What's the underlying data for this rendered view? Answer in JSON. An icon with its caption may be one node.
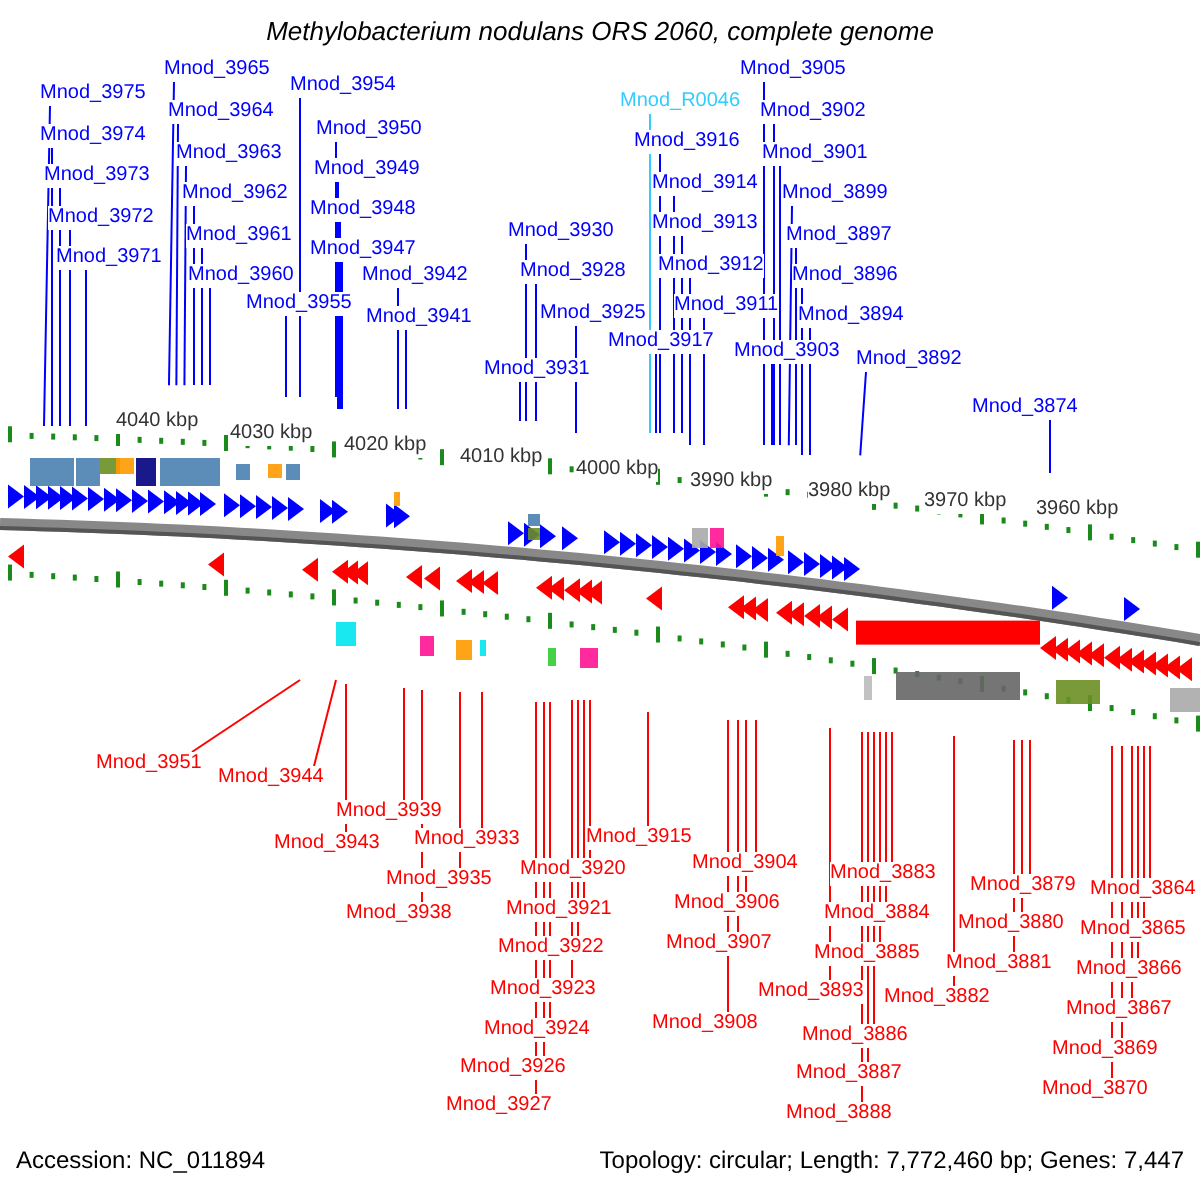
{
  "diagram": {
    "title": "Methylobacterium nodulans ORS 2060, complete genome",
    "nodes": [
      {
        "text": [
          "Mnod_3975"
        ]
      },
      {
        "text": [
          "Mnod_3965"
        ]
      },
      {
        "text": [
          "Mnod_3954"
        ]
      },
      {
        "text": [
          "Mnod_R0046"
        ]
      },
      {
        "text": [
          "Mnod_3905"
        ]
      },
      {
        "text": [
          "Mnod_3974"
        ]
      },
      {
        "text": [
          "Mnod_3964"
        ]
      },
      {
        "text": [
          "Mnod_3950"
        ]
      },
      {
        "text": [
          "Mnod_3916"
        ]
      },
      {
        "text": [
          "Mnod_3902"
        ]
      },
      {
        "text": [
          "Mnod_3963"
        ]
      },
      {
        "text": [
          "Mnod_3973"
        ]
      },
      {
        "text": [
          "Mnod_3949"
        ]
      },
      {
        "text": [
          "Mnod_3914"
        ]
      },
      {
        "text": [
          "Mnod_3901"
        ]
      },
      {
        "text": [
          "Mnod_3962"
        ]
      },
      {
        "text": [
          "Mnod_3972"
        ]
      },
      {
        "text": [
          "Mnod_3948"
        ]
      },
      {
        "text": [
          "Mnod_3913"
        ]
      },
      {
        "text": [
          "Mnod_3899"
        ]
      },
      {
        "text": [
          "Mnod_3930"
        ]
      },
      {
        "text": [
          "Mnod_3961"
        ]
      },
      {
        "text": [
          "Mnod_3971"
        ]
      },
      {
        "text": [
          "Mnod_3947"
        ]
      },
      {
        "text": [
          "Mnod_3912"
        ]
      },
      {
        "text": [
          "Mnod_3897"
        ]
      },
      {
        "text": [
          "Mnod_3928"
        ]
      },
      {
        "text": [
          "Mnod_3960"
        ]
      },
      {
        "text": [
          "Mnod_3942"
        ]
      },
      {
        "text": [
          "Mnod_3955"
        ]
      },
      {
        "text": [
          "Mnod_3896"
        ]
      },
      {
        "text": [
          "Mnod_3911"
        ]
      },
      {
        "text": [
          "Mnod_3925"
        ]
      },
      {
        "text": [
          "Mnod_3894"
        ]
      },
      {
        "text": [
          "Mnod_3941"
        ]
      },
      {
        "text": [
          "Mnod_3917"
        ]
      },
      {
        "text": [
          "Mnod_3903"
        ]
      },
      {
        "text": [
          "Mnod_3931"
        ]
      },
      {
        "text": [
          "Mnod_3892"
        ]
      },
      {
        "text": [
          "Mnod_3874"
        ]
      },
      {
        "text": [
          "Mnod_3951"
        ]
      },
      {
        "text": [
          "Mnod_3944"
        ]
      },
      {
        "text": [
          "Mnod_3939"
        ]
      },
      {
        "text": [
          "Mnod_3915"
        ]
      },
      {
        "text": [
          "Mnod_3933"
        ]
      },
      {
        "text": [
          "Mnod_3943"
        ]
      },
      {
        "text": [
          "Mnod_3904"
        ]
      },
      {
        "text": [
          "Mnod_3920"
        ]
      },
      {
        "text": [
          "Mnod_3883"
        ]
      },
      {
        "text": [
          "Mnod_3935"
        ]
      },
      {
        "text": [
          "Mnod_3879"
        ]
      },
      {
        "text": [
          "Mnod_3864"
        ]
      },
      {
        "text": [
          "Mnod_3906"
        ]
      },
      {
        "text": [
          "Mnod_3921"
        ]
      },
      {
        "text": [
          "Mnod_3938"
        ]
      },
      {
        "text": [
          "Mnod_3884"
        ]
      },
      {
        "text": [
          "Mnod_3880"
        ]
      },
      {
        "text": [
          "Mnod_3865"
        ]
      },
      {
        "text": [
          "Mnod_3907"
        ]
      },
      {
        "text": [
          "Mnod_3922"
        ]
      },
      {
        "text": [
          "Mnod_3885"
        ]
      },
      {
        "text": [
          "Mnod_3881"
        ]
      },
      {
        "text": [
          "Mnod_3866"
        ]
      },
      {
        "text": [
          "Mnod_3923"
        ]
      },
      {
        "text": [
          "Mnod_3893"
        ]
      },
      {
        "text": [
          "Mnod_3882"
        ]
      },
      {
        "text": [
          "Mnod_3867"
        ]
      },
      {
        "text": [
          "Mnod_3908"
        ]
      },
      {
        "text": [
          "Mnod_3924"
        ]
      },
      {
        "text": [
          "Mnod_3886"
        ]
      },
      {
        "text": [
          "Mnod_3869"
        ]
      },
      {
        "text": [
          "Mnod_3926"
        ]
      },
      {
        "text": [
          "Mnod_3887"
        ]
      },
      {
        "text": [
          "Mnod_3870"
        ]
      },
      {
        "text": [
          "Mnod_3927"
        ]
      },
      {
        "text": [
          "Mnod_3888"
        ]
      }
    ],
    "edges": [
      {
        "from": 0,
        "to": null,
        "arrow": "none"
      },
      {
        "from": 1,
        "to": null,
        "arrow": "none"
      },
      {
        "from": 2,
        "to": null,
        "arrow": "none"
      },
      {
        "from": 3,
        "to": null,
        "arrow": "none",
        "color": "#33ccff"
      },
      {
        "from": 4,
        "to": null,
        "arrow": "none"
      },
      {
        "from": 5,
        "to": null,
        "arrow": "none"
      },
      {
        "from": 6,
        "to": null,
        "arrow": "none"
      },
      {
        "from": 7,
        "to": null,
        "arrow": "none"
      },
      {
        "from": 8,
        "to": null,
        "arrow": "none"
      },
      {
        "from": 9,
        "to": null,
        "arrow": "none"
      },
      {
        "from": 10,
        "to": null,
        "arrow": "none"
      },
      {
        "from": 11,
        "to": null,
        "arrow": "none"
      },
      {
        "from": 12,
        "to": null,
        "arrow": "none"
      },
      {
        "from": 13,
        "to": null,
        "arrow": "none"
      },
      {
        "from": 14,
        "to": null,
        "arrow": "none"
      },
      {
        "from": 15,
        "to": null,
        "arrow": "none"
      },
      {
        "from": 16,
        "to": null,
        "arrow": "none"
      },
      {
        "from": 17,
        "to": null,
        "arrow": "none"
      },
      {
        "from": 18,
        "to": null,
        "arrow": "none"
      },
      {
        "from": 19,
        "to": null,
        "arrow": "none"
      },
      {
        "from": 20,
        "to": null,
        "arrow": "none"
      },
      {
        "from": 21,
        "to": null,
        "arrow": "none"
      },
      {
        "from": 22,
        "to": null,
        "arrow": "none"
      },
      {
        "from": 23,
        "to": null,
        "arrow": "none"
      },
      {
        "from": 24,
        "to": null,
        "arrow": "none"
      },
      {
        "from": 25,
        "to": null,
        "arrow": "none"
      },
      {
        "from": 26,
        "to": null,
        "arrow": "none"
      },
      {
        "from": 27,
        "to": null,
        "arrow": "none"
      },
      {
        "from": 28,
        "to": null,
        "arrow": "none"
      },
      {
        "from": 29,
        "to": null,
        "arrow": "none"
      },
      {
        "from": 30,
        "to": null,
        "arrow": "none"
      },
      {
        "from": 31,
        "to": null,
        "arrow": "none"
      },
      {
        "from": 32,
        "to": null,
        "arrow": "none"
      },
      {
        "from": 33,
        "to": null,
        "arrow": "none"
      },
      {
        "from": 34,
        "to": null,
        "arrow": "none"
      },
      {
        "from": 35,
        "to": null,
        "arrow": "none"
      },
      {
        "from": 36,
        "to": null,
        "arrow": "none"
      },
      {
        "from": 37,
        "to": null,
        "arrow": "none"
      },
      {
        "from": 38,
        "to": null,
        "arrow": "none"
      },
      {
        "from": 39,
        "to": null,
        "arrow": "none"
      },
      {
        "from": 40,
        "to": null,
        "arrow": "none",
        "color": "#ff0000"
      },
      {
        "from": 41,
        "to": null,
        "arrow": "none",
        "color": "#ff0000"
      },
      {
        "from": 42,
        "to": null,
        "arrow": "none",
        "color": "#ff0000"
      },
      {
        "from": 43,
        "to": null,
        "arrow": "none",
        "color": "#ff0000"
      },
      {
        "from": 44,
        "to": null,
        "arrow": "none",
        "color": "#ff0000"
      },
      {
        "from": 45,
        "to": null,
        "arrow": "none",
        "color": "#ff0000"
      },
      {
        "from": 46,
        "to": null,
        "arrow": "none",
        "color": "#ff0000"
      },
      {
        "from": 47,
        "to": null,
        "arrow": "none",
        "color": "#ff0000"
      },
      {
        "from": 48,
        "to": null,
        "arrow": "none",
        "color": "#ff0000"
      },
      {
        "from": 49,
        "to": null,
        "arrow": "none",
        "color": "#ff0000"
      },
      {
        "from": 50,
        "to": null,
        "arrow": "none",
        "color": "#ff0000"
      },
      {
        "from": 51,
        "to": null,
        "arrow": "none",
        "color": "#ff0000"
      },
      {
        "from": 52,
        "to": null,
        "arrow": "none",
        "color": "#ff0000"
      },
      {
        "from": 53,
        "to": null,
        "arrow": "none",
        "color": "#ff0000"
      },
      {
        "from": 54,
        "to": null,
        "arrow": "none",
        "color": "#ff0000"
      },
      {
        "from": 55,
        "to": null,
        "arrow": "none",
        "color": "#ff0000"
      },
      {
        "from": 56,
        "to": null,
        "arrow": "none",
        "color": "#ff0000"
      },
      {
        "from": 57,
        "to": null,
        "arrow": "none",
        "color": "#ff0000"
      },
      {
        "from": 58,
        "to": null,
        "arrow": "none",
        "color": "#ff0000"
      },
      {
        "from": 59,
        "to": null,
        "arrow": "none",
        "color": "#ff0000"
      },
      {
        "from": 60,
        "to": null,
        "arrow": "none",
        "color": "#ff0000"
      },
      {
        "from": 61,
        "to": null,
        "arrow": "none",
        "color": "#ff0000"
      },
      {
        "from": 62,
        "to": null,
        "arrow": "none",
        "color": "#ff0000"
      },
      {
        "from": 63,
        "to": null,
        "arrow": "none",
        "color": "#ff0000"
      },
      {
        "from": 64,
        "to": null,
        "arrow": "none",
        "color": "#ff0000"
      },
      {
        "from": 65,
        "to": null,
        "arrow": "none",
        "color": "#ff0000"
      },
      {
        "from": 66,
        "to": null,
        "arrow": "none",
        "color": "#ff0000"
      },
      {
        "from": 67,
        "to": null,
        "arrow": "none",
        "color": "#ff0000"
      },
      {
        "from": 68,
        "to": null,
        "arrow": "none",
        "color": "#ff0000"
      },
      {
        "from": 69,
        "to": null,
        "arrow": "none",
        "color": "#ff0000"
      },
      {
        "from": 70,
        "to": null,
        "arrow": "none",
        "color": "#ff0000"
      },
      {
        "from": 71,
        "to": null,
        "arrow": "none",
        "color": "#ff0000"
      },
      {
        "from": 72,
        "to": null,
        "arrow": "none",
        "color": "#ff0000"
      },
      {
        "from": 73,
        "to": null,
        "arrow": "none",
        "color": "#ff0000"
      },
      {
        "from": 74,
        "to": null,
        "arrow": "none",
        "color": "#ff0000"
      },
      {
        "from": 75,
        "to": null,
        "arrow": "none",
        "color": "#ff0000"
      }
    ],
    "labels": [
      "4040 kbp",
      "4030 kbp",
      "4020 kbp",
      "4010 kbp",
      "4000 kbp",
      "3990 kbp",
      "3980 kbp",
      "3970 kbp",
      "3960 kbp",
      "Accession: NC_011894",
      "Topology: circular; Length: 7,772,460 bp; Genes: 7,447"
    ]
  }
}
